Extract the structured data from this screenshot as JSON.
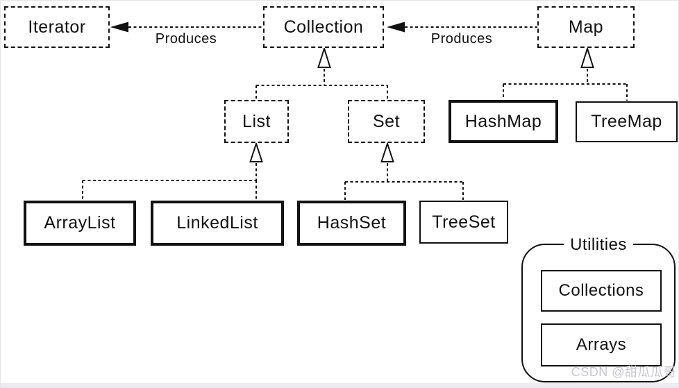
{
  "nodes": {
    "iterator": {
      "label": "Iterator",
      "style": "dashed"
    },
    "collection": {
      "label": "Collection",
      "style": "dashed"
    },
    "map": {
      "label": "Map",
      "style": "dashed"
    },
    "list": {
      "label": "List",
      "style": "dashed"
    },
    "set": {
      "label": "Set",
      "style": "dashed"
    },
    "hashmap": {
      "label": "HashMap",
      "style": "bold-solid"
    },
    "treemap": {
      "label": "TreeMap",
      "style": "solid"
    },
    "arraylist": {
      "label": "ArrayList",
      "style": "bold-solid"
    },
    "linkedlist": {
      "label": "LinkedList",
      "style": "bold-solid"
    },
    "hashset": {
      "label": "HashSet",
      "style": "bold-solid"
    },
    "treeset": {
      "label": "TreeSet",
      "style": "solid"
    }
  },
  "edge_labels": {
    "left_produces": "Produces",
    "right_produces": "Produces"
  },
  "relationships": [
    {
      "from": "Collection",
      "to": "Iterator",
      "arrow": "filled-dashed",
      "label": "Produces"
    },
    {
      "from": "Map",
      "to": "Collection",
      "arrow": "filled-dashed",
      "label": "Produces"
    },
    {
      "from": "List",
      "to": "Collection",
      "arrow": "hollow-triangle"
    },
    {
      "from": "Set",
      "to": "Collection",
      "arrow": "hollow-triangle"
    },
    {
      "from": "HashMap",
      "to": "Map",
      "arrow": "hollow-triangle"
    },
    {
      "from": "TreeMap",
      "to": "Map",
      "arrow": "hollow-triangle"
    },
    {
      "from": "ArrayList",
      "to": "List",
      "arrow": "hollow-triangle"
    },
    {
      "from": "LinkedList",
      "to": "List",
      "arrow": "hollow-triangle"
    },
    {
      "from": "HashSet",
      "to": "Set",
      "arrow": "hollow-triangle"
    },
    {
      "from": "TreeSet",
      "to": "Set",
      "arrow": "hollow-triangle"
    }
  ],
  "utilities": {
    "title": "Utilities",
    "items": [
      {
        "label": "Collections"
      },
      {
        "label": "Arrays"
      }
    ]
  },
  "watermark": "CSDN @甜瓜瓜哥",
  "colors": {
    "line": "#111111",
    "background": "#ffffff",
    "watermark": "#c7c7d0",
    "bottom_strip": "#ececf1"
  }
}
